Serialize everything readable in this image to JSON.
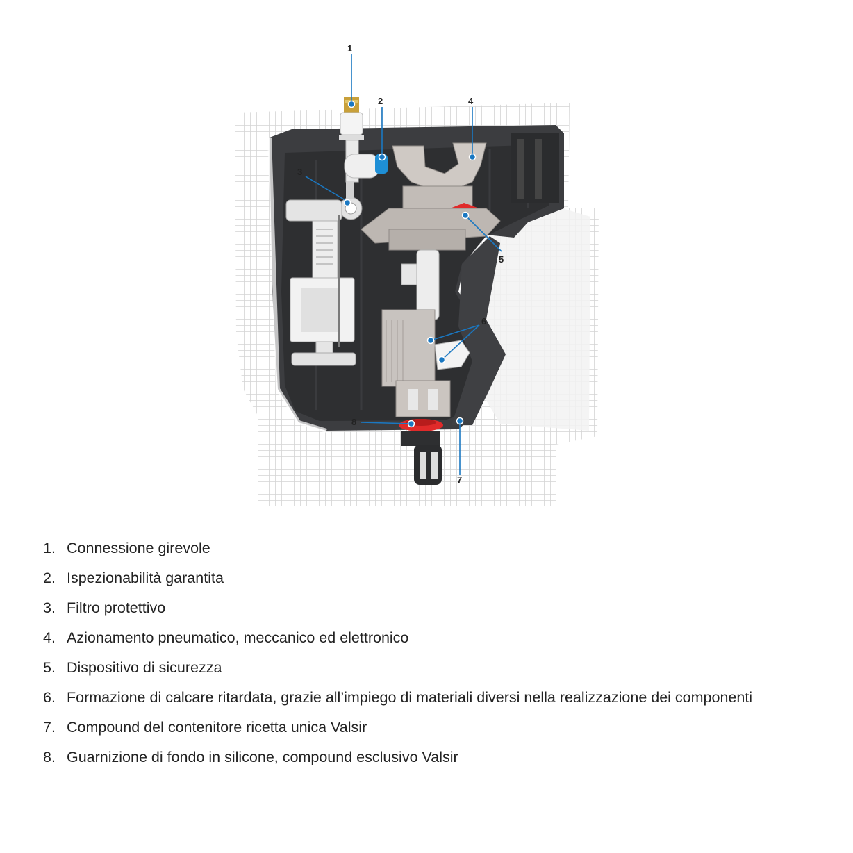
{
  "figure": {
    "callouts": [
      {
        "number": "1"
      },
      {
        "number": "2"
      },
      {
        "number": "3"
      },
      {
        "number": "4"
      },
      {
        "number": "5"
      },
      {
        "number": "6"
      },
      {
        "number": "7"
      },
      {
        "number": "8"
      }
    ],
    "colors": {
      "tank_shell": "#3c3d40",
      "tank_inner": "#2e2f31",
      "mechanism": "#bdb7b2",
      "gasket": "#e02a2a",
      "valve_blue": "#1e8fd6",
      "brass": "#c8a03a",
      "callout_line": "#1a78c2",
      "mesh": "#d9d9d9"
    }
  },
  "legend": {
    "items": [
      {
        "num": "1.",
        "text": "Connessione girevole"
      },
      {
        "num": "2.",
        "text": "Ispezionabilità garantita"
      },
      {
        "num": "3.",
        "text": "Filtro protettivo"
      },
      {
        "num": "4.",
        "text": "Azionamento pneumatico, meccanico ed elettronico"
      },
      {
        "num": "5.",
        "text": "Dispositivo di sicurezza"
      },
      {
        "num": "6.",
        "text": "Formazione di calcare ritardata, grazie all’impiego di materiali diversi nella realizzazione dei componenti"
      },
      {
        "num": "7.",
        "text": "Compound del contenitore ricetta unica Valsir"
      },
      {
        "num": "8.",
        "text": "Guarnizione di fondo in silicone, compound esclusivo Valsir"
      }
    ]
  }
}
